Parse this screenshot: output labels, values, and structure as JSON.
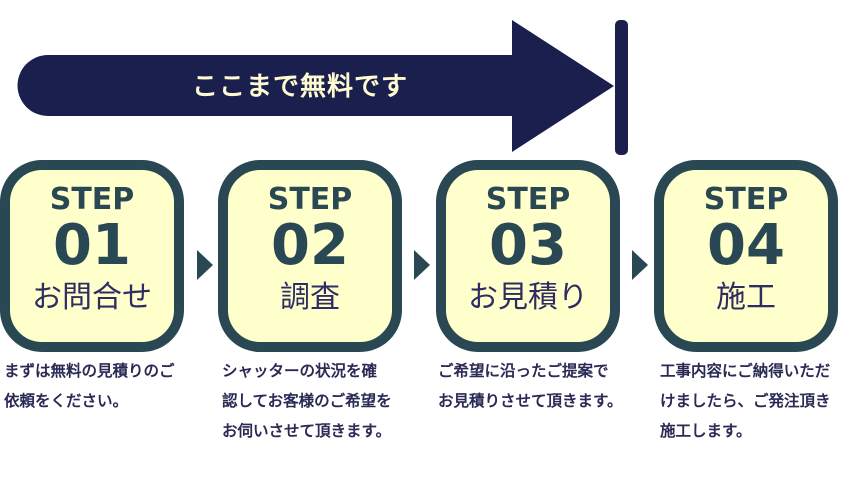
{
  "banner": {
    "label": "ここまで無料です",
    "color": "#1a1f4e"
  },
  "steps": [
    {
      "step": "STEP",
      "num": "01",
      "name": "お問合せ",
      "desc": "まずは無料の見積りのご依頼をください。"
    },
    {
      "step": "STEP",
      "num": "02",
      "name": "調査",
      "desc": "シャッターの状況を確認してお客様のご希望をお伺いさせて頂きます。"
    },
    {
      "step": "STEP",
      "num": "03",
      "name": "お見積り",
      "desc": "ご希望に沿ったご提案でお見積りさせて頂きます。"
    },
    {
      "step": "STEP",
      "num": "04",
      "name": "施工",
      "desc": "工事内容にご納得いただけましたら、ご発注頂き施工します。"
    }
  ]
}
